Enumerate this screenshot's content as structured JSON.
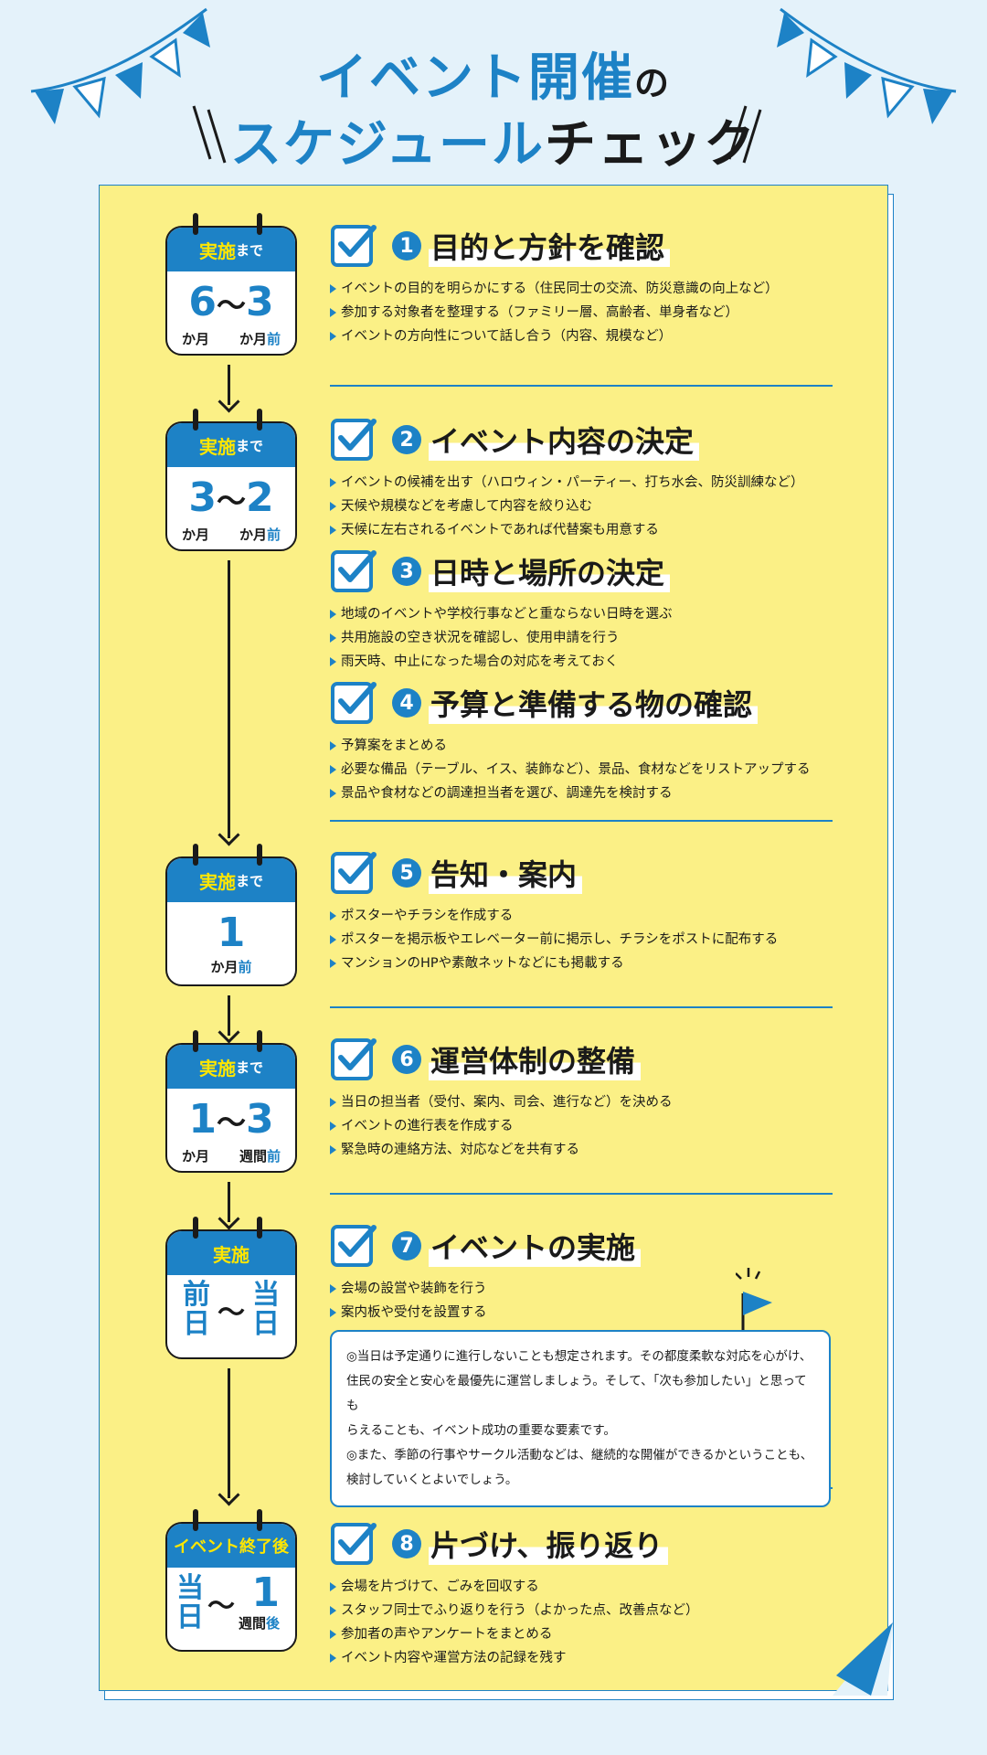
{
  "title": {
    "line1_main": "イベント開催",
    "line1_suffix": "の",
    "line2_main": "スケジュール",
    "line2_suffix": "チェック"
  },
  "colors": {
    "accent": "#1d82c6",
    "paper": "#fbf086",
    "background": "#e4f2fa",
    "calendar_label": "#ffe600"
  },
  "timeline": [
    {
      "label": "実施",
      "label_suffix": "まで",
      "range_start": "6",
      "range_end": "3",
      "unit_left": "か月",
      "unit_right_main": "か月",
      "unit_right_suffix": "前"
    },
    {
      "label": "実施",
      "label_suffix": "まで",
      "range_start": "3",
      "range_end": "2",
      "unit_left": "か月",
      "unit_right_main": "か月",
      "unit_right_suffix": "前"
    },
    {
      "label": "実施",
      "label_suffix": "まで",
      "range_start": "1",
      "unit_right_main": "か月",
      "unit_right_suffix": "前"
    },
    {
      "label": "実施",
      "label_suffix": "まで",
      "range_start": "1",
      "range_end": "3",
      "unit_left": "か月",
      "unit_right_main": "週間",
      "unit_right_suffix": "前"
    },
    {
      "label": "実施",
      "range_start_top": "前",
      "range_start_bottom": "日",
      "range_end_top": "当",
      "range_end_bottom": "日"
    },
    {
      "label": "イベント終了後",
      "range_start_top": "当",
      "range_start_bottom": "日",
      "range_end": "1",
      "unit_right_main": "週間",
      "unit_right_suffix": "後"
    }
  ],
  "tilde": "〜",
  "sections": [
    {
      "number": "1",
      "title": "目的と方針を確認",
      "items": [
        "イベントの目的を明らかにする（住民同士の交流、防災意識の向上など）",
        "参加する対象者を整理する（ファミリー層、高齢者、単身者など）",
        "イベントの方向性について話し合う（内容、規模など）"
      ]
    },
    {
      "number": "2",
      "title": "イベント内容の決定",
      "items": [
        "イベントの候補を出す（ハロウィン・パーティー、打ち水会、防災訓練など）",
        "天候や規模などを考慮して内容を絞り込む",
        "天候に左右されるイベントであれば代替案も用意する"
      ]
    },
    {
      "number": "3",
      "title": "日時と場所の決定",
      "items": [
        "地域のイベントや学校行事などと重ならない日時を選ぶ",
        "共用施設の空き状況を確認し、使用申請を行う",
        "雨天時、中止になった場合の対応を考えておく"
      ]
    },
    {
      "number": "4",
      "title": "予算と準備する物の確認",
      "items": [
        "予算案をまとめる",
        "必要な備品（テーブル、イス、装飾など）、景品、食材などをリストアップする",
        "景品や食材などの調達担当者を選び、調達先を検討する"
      ]
    },
    {
      "number": "5",
      "title": "告知・案内",
      "items": [
        "ポスターやチラシを作成する",
        "ポスターを掲示板やエレベーター前に掲示し、チラシをポストに配布する",
        "マンションのHPや素敵ネットなどにも掲載する"
      ]
    },
    {
      "number": "6",
      "title": "運営体制の整備",
      "items": [
        "当日の担当者（受付、案内、司会、進行など）を決める",
        "イベントの進行表を作成する",
        "緊急時の連絡方法、対応などを共有する"
      ]
    },
    {
      "number": "7",
      "title": "イベントの実施",
      "items": [
        "会場の設営や装飾を行う",
        "案内板や受付を設置する"
      ]
    },
    {
      "number": "8",
      "title": "片づけ、振り返り",
      "items": [
        "会場を片づけて、ごみを回収する",
        "スタッフ同士でふり返りを行う（よかった点、改善点など）",
        "参加者の声やアンケートをまとめる",
        "イベント内容や運営方法の記録を残す"
      ]
    }
  ],
  "note": {
    "lines": [
      "◎当日は予定通りに進行しないことも想定されます。その都度柔軟な対応を心がけ、",
      "住民の安全と安心を最優先に運営しましょう。そして、「次も参加したい」と思っても",
      "らえることも、イベント成功の重要な要素です。",
      "◎また、季節の行事やサークル活動などは、継続的な開催ができるかということも、",
      "検討していくとよいでしょう。"
    ]
  }
}
